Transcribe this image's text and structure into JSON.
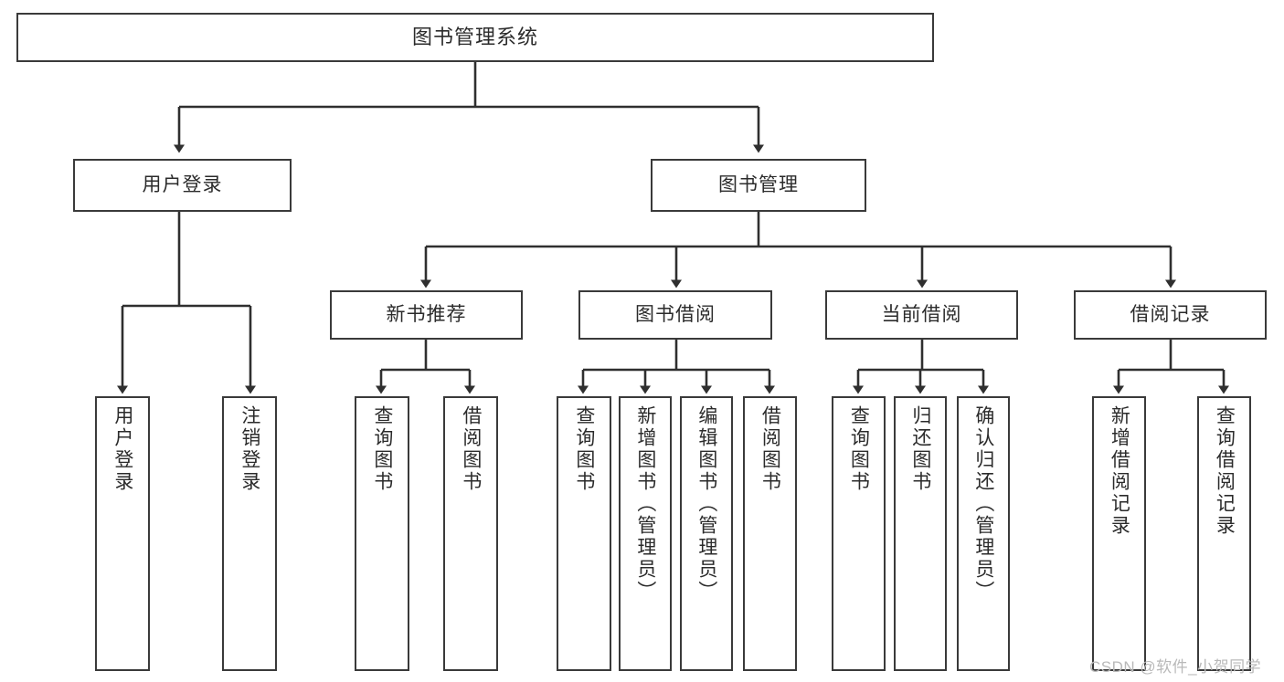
{
  "diagram": {
    "title": "图书管理系统",
    "type": "hierarchy-tree",
    "orientation": "top-down",
    "colors": {
      "box_border": "#3a3a3a",
      "box_fill": "#ffffff",
      "connector": "#2f2f2f",
      "text": "#2b2b2b",
      "watermark": "#b9b9b9",
      "background": "#ffffff"
    },
    "root": {
      "label": "图书管理系统"
    },
    "level2": [
      {
        "label": "用户登录"
      },
      {
        "label": "图书管理"
      }
    ],
    "level3": [
      {
        "label": "新书推荐"
      },
      {
        "label": "图书借阅"
      },
      {
        "label": "当前借阅"
      },
      {
        "label": "借阅记录"
      }
    ],
    "leaves": {
      "user_login": [
        {
          "label": "用户登录"
        },
        {
          "label": "注销登录"
        }
      ],
      "new_book_recommend": [
        {
          "label": "查询图书"
        },
        {
          "label": "借阅图书"
        }
      ],
      "book_borrow": [
        {
          "label": "查询图书"
        },
        {
          "label": "新增图书（管理员）"
        },
        {
          "label": "编辑图书（管理员）"
        },
        {
          "label": "借阅图书"
        }
      ],
      "current_borrow": [
        {
          "label": "查询图书"
        },
        {
          "label": "归还图书"
        },
        {
          "label": "确认归还（管理员）"
        }
      ],
      "borrow_record": [
        {
          "label": "新增借阅记录"
        },
        {
          "label": "查询借阅记录"
        }
      ]
    },
    "watermark": "CSDN @软件_小贺同学"
  }
}
